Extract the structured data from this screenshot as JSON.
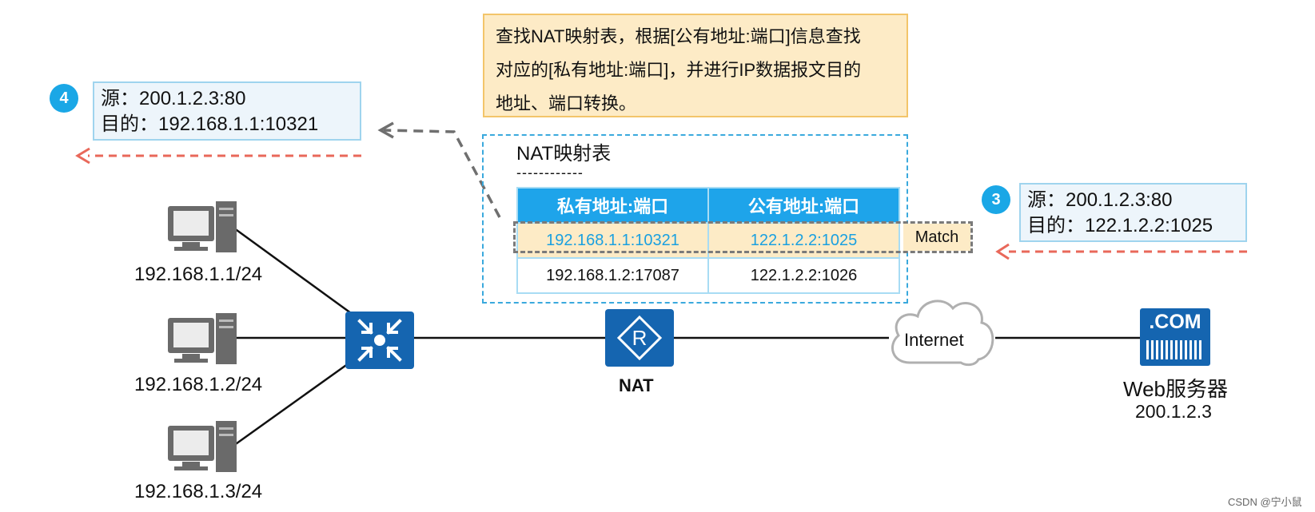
{
  "note": {
    "line1": "查找NAT映射表，根据[公有地址:端口]信息查找",
    "line2": "对应的[私有地址:端口]，并进行IP数据报文目的",
    "line3": "地址、端口转换。"
  },
  "step4": {
    "badge": "4",
    "src": "源：200.1.2.3:80",
    "dst": "目的：192.168.1.1:10321"
  },
  "step3": {
    "badge": "3",
    "src": "源：200.1.2.3:80",
    "dst": "目的：122.1.2.2:1025"
  },
  "nat_table": {
    "title": "NAT映射表",
    "rule": "------------",
    "headers": [
      "私有地址:端口",
      "公有地址:端口"
    ],
    "rows": [
      {
        "private": "192.168.1.1:10321",
        "public": "122.1.2.2:1025",
        "highlight": true
      },
      {
        "private": "192.168.1.2:17087",
        "public": "122.1.2.2:1026",
        "highlight": false
      }
    ],
    "match_label": "Match"
  },
  "hosts": [
    {
      "label": "192.168.1.1/24"
    },
    {
      "label": "192.168.1.2/24"
    },
    {
      "label": "192.168.1.3/24"
    }
  ],
  "nat_device": {
    "label": "NAT"
  },
  "internet": {
    "label": "Internet"
  },
  "server": {
    "badge": ".COM",
    "label": "Web服务器",
    "ip": "200.1.2.3"
  },
  "watermark": "CSDN @宁小鼠",
  "colors": {
    "accent_blue": "#1ea4ea",
    "device_blue": "#1565b0",
    "note_bg": "#fdebc6",
    "arrow_red": "#e9685a",
    "highlight_row": "#fdebc6",
    "match_text_blue": "#1aa0e0"
  }
}
